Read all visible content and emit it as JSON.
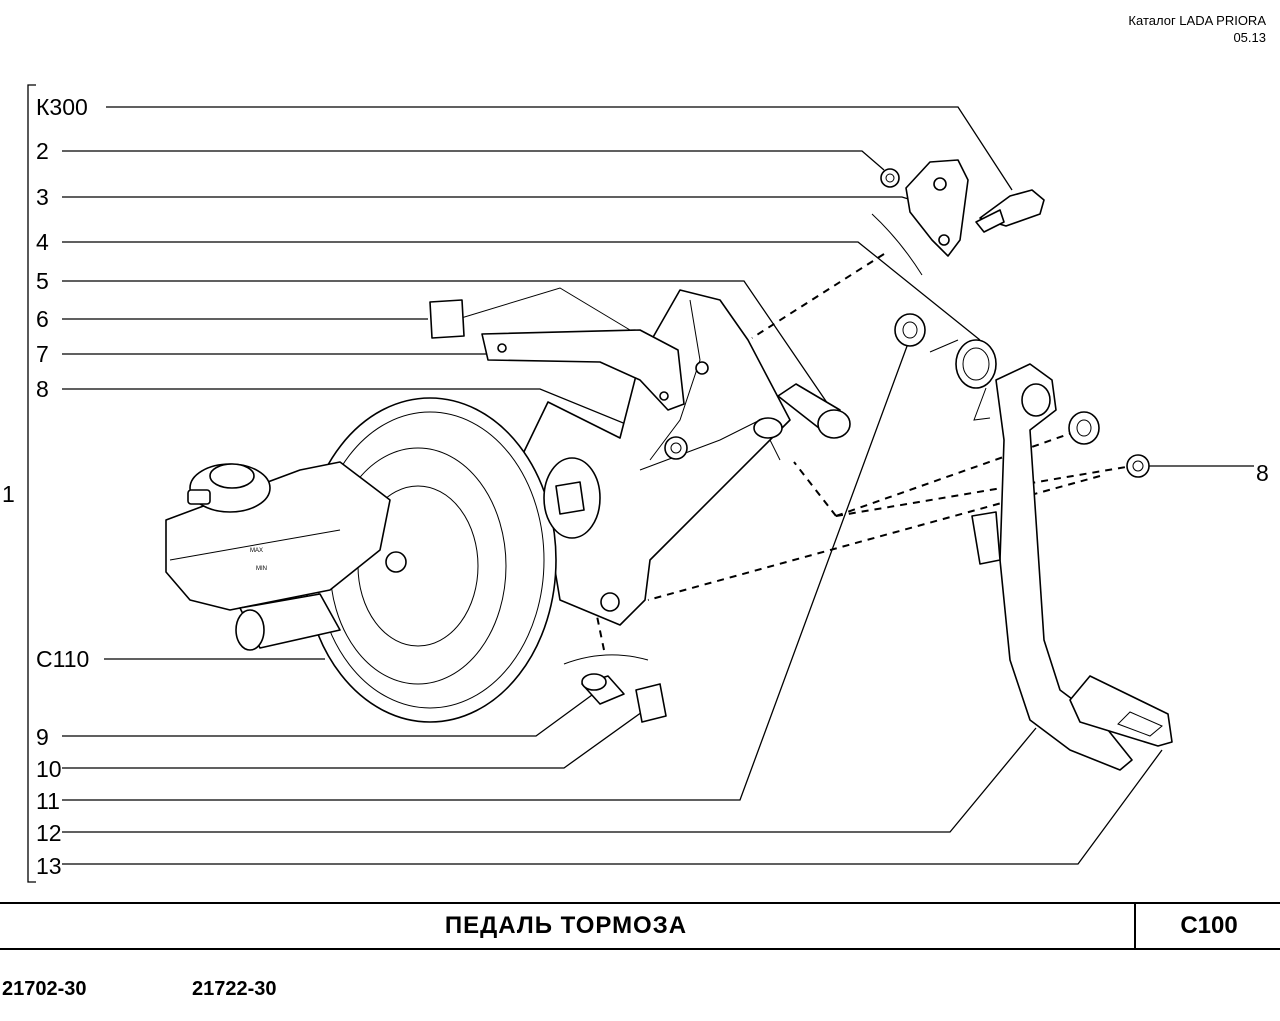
{
  "header": {
    "catalog": "Каталог  LADA  PRIORA",
    "date": "05.13"
  },
  "group_label": "1",
  "callouts_left": [
    {
      "id": "K300",
      "text": "К300"
    },
    {
      "id": "2",
      "text": "2"
    },
    {
      "id": "3",
      "text": "3"
    },
    {
      "id": "4",
      "text": "4"
    },
    {
      "id": "5",
      "text": "5"
    },
    {
      "id": "6",
      "text": "6"
    },
    {
      "id": "7",
      "text": "7"
    },
    {
      "id": "8",
      "text": "8"
    },
    {
      "id": "C110",
      "text": "С110"
    },
    {
      "id": "9",
      "text": "9"
    },
    {
      "id": "10",
      "text": "10"
    },
    {
      "id": "11",
      "text": "11"
    },
    {
      "id": "12",
      "text": "12"
    },
    {
      "id": "13",
      "text": "13"
    }
  ],
  "callout_right": "8",
  "reservoir": {
    "max": "MAX",
    "min": "MIN"
  },
  "title": "ПЕДАЛЬ  ТОРМОЗА",
  "code": "С100",
  "models": [
    "21702-30",
    "21722-30"
  ]
}
